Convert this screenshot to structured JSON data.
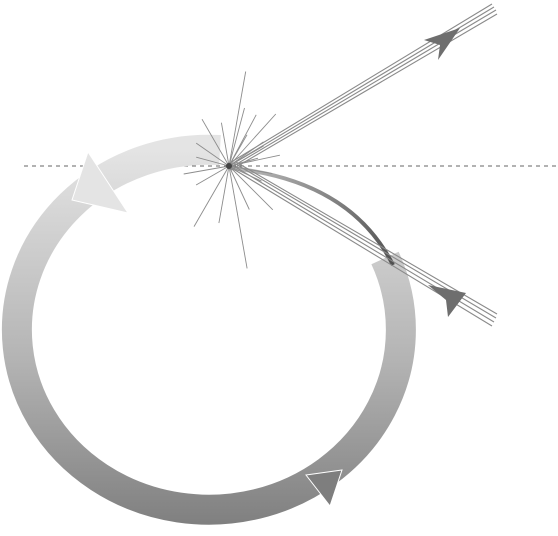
{
  "diagram": {
    "colors": {
      "background": "#ffffff",
      "dashed_line": "#666666",
      "ring_light": "#e4e4e4",
      "ring_mid": "#b4b4b4",
      "ring_dark": "#7e7e7e",
      "inner_arc_start": "#bdbdbd",
      "inner_arc_end": "#404040",
      "ray_lines": "#8a8a8a",
      "ray_arrowhead": "#6e6e6e",
      "burst": "#8c8c8c",
      "collision_point": "#444444"
    },
    "elements": {
      "orbit_ring": "circular-arrow",
      "orbit_arrowheads": [
        "large-arrowhead",
        "small-arrowhead"
      ],
      "collision": "starburst",
      "rays": [
        "outgoing-ray",
        "incoming-ray"
      ],
      "reference_line": "horizontal-dashed-line"
    }
  }
}
